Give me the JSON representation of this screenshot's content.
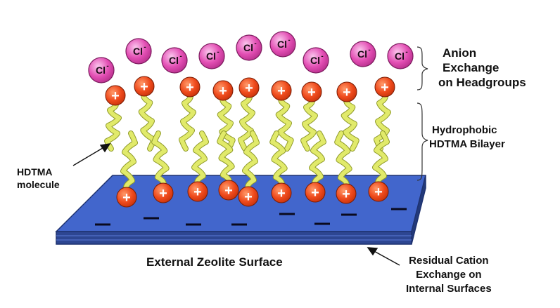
{
  "labels": {
    "anion_exchange": [
      "Anion",
      "Exchange",
      "on Headgroups"
    ],
    "bilayer": [
      "Hydrophobic",
      "HDTMA Bilayer"
    ],
    "molecule": [
      "HDTMA",
      "molecule"
    ],
    "surface": "External Zeolite Surface",
    "residual": [
      "Residual Cation",
      "Exchange on",
      "Internal Surfaces"
    ]
  },
  "symbols": {
    "chloride": "Cl",
    "chloride_charge": "-",
    "cation": "+",
    "negative_site": "—"
  },
  "colors": {
    "chloride_fill": "#e34fb4",
    "headgroup_fill": "#ef4a1c",
    "tail_fill": "#e1ea6a",
    "slab_top": "#3f63c9",
    "slab_front": "#2d4692",
    "charge_mark": "#0a0a1e"
  }
}
